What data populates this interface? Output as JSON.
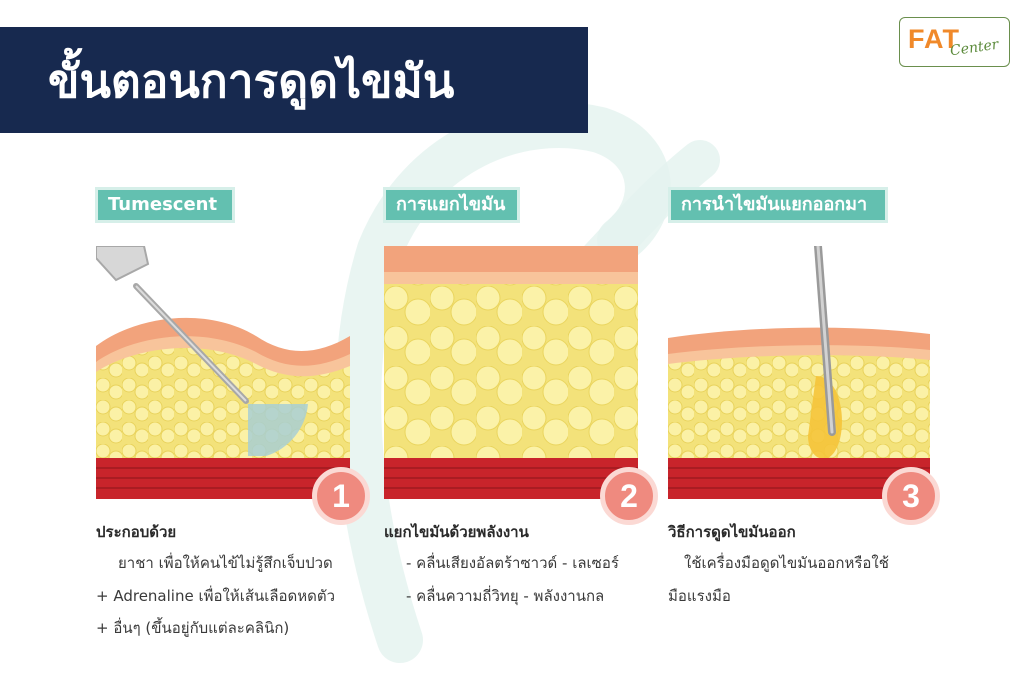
{
  "header": {
    "title": "ขั้นตอนการดูดไขมัน"
  },
  "logo": {
    "brand": "FAT",
    "sub": "Center"
  },
  "steps": [
    {
      "label": "Tumescent",
      "number": "1",
      "heading": "ประกอบด้วย",
      "lines": [
        "ยาชา เพื่อให้คนไข้ไม่รู้สึกเจ็บปวด",
        "+ Adrenaline เพื่อให้เส้นเลือดหดตัว",
        "+ อื่นๆ (ขึ้นอยู่กับแต่ละคลินิก)"
      ]
    },
    {
      "label": "การแยกไขมัน",
      "number": "2",
      "heading": "แยกไขมันด้วยพลังงาน",
      "lines": [
        "- คลื่นเสียงอัลตร้าซาวด์ - เลเซอร์",
        "- คลื่นความถี่วิทยุ - พลังงานกล"
      ]
    },
    {
      "label": "การนำไขมันแยกออกมา",
      "number": "3",
      "heading": "วิธีการดูดไขมันออก",
      "lines": [
        "ใช้เครื่องมือดูดไขมันออกหรือใช้",
        "มือแรงมือ"
      ]
    }
  ],
  "colors": {
    "banner": "#17294f",
    "label_bg": "#63c0b0",
    "badge_bg": "#ef8a7f",
    "skin": "#f2a37c",
    "fat": "#f6e77a",
    "muscle": "#c8242b",
    "logo_orange": "#f0892a",
    "logo_green": "#5b8a3a"
  }
}
